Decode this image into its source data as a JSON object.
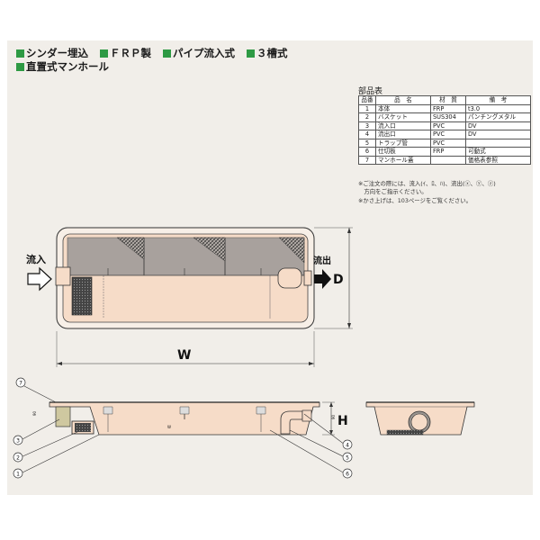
{
  "headings": {
    "line1": [
      "シンダー埋込",
      "ＦＲＰ製",
      "パイプ流入式",
      "３槽式"
    ],
    "line2": [
      "直置式マンホール"
    ]
  },
  "parts_table": {
    "title": "部品表",
    "headers": [
      "品番",
      "品　名",
      "材　質",
      "備　考"
    ],
    "rows": [
      [
        "1",
        "本体",
        "FRP",
        "t3.0"
      ],
      [
        "2",
        "バスケット",
        "SUS304",
        "パンチングメタル"
      ],
      [
        "3",
        "流入口",
        "PVC",
        "DV"
      ],
      [
        "4",
        "流出口",
        "PVC",
        "DV"
      ],
      [
        "5",
        "トラップ管",
        "PVC",
        ""
      ],
      [
        "6",
        "仕切板",
        "FRP",
        "可動式"
      ],
      [
        "7",
        "マンホール蓋",
        "",
        "価格表参照"
      ]
    ]
  },
  "notes": [
    "※ご注文の際には、流入(ｲ、ﾛ、ﾊ)、流出(ⓧ、ⓨ、ⓩ)",
    "　方向をご指示ください。",
    "※かさ上げは、103ページをご覧ください。"
  ],
  "plan": {
    "inlet_label": "流入",
    "outlet_label": "流出",
    "width_label": "W",
    "depth_label": "D"
  },
  "section": {
    "height_label": "H",
    "callouts": [
      "7",
      "3",
      "2",
      "1",
      "4",
      "5",
      "6"
    ]
  },
  "colors": {
    "panel": "#f1eee9",
    "heading_square": "#2e9a44",
    "tank_fill": "#f6dcc8",
    "chamber_fill": "#a8a19d",
    "basket_fill": "#3b3b3b"
  }
}
